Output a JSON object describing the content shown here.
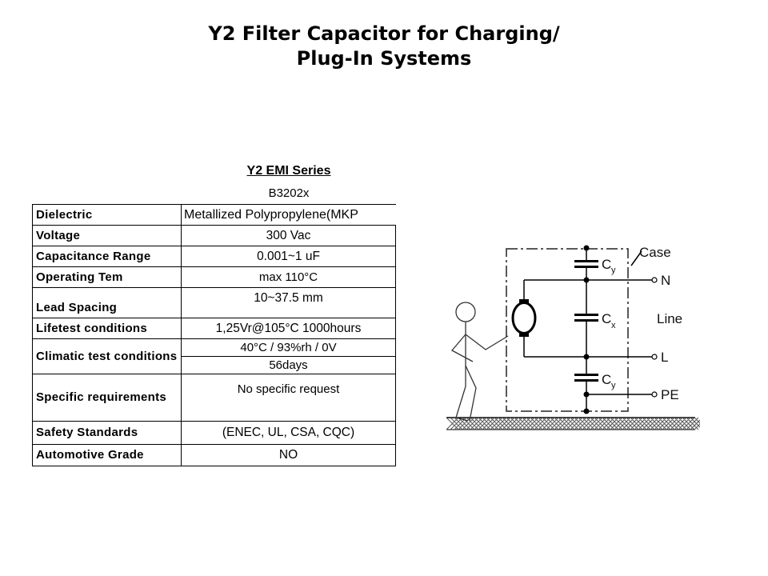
{
  "slide": {
    "title_line1": "Y2 Filter Capacitor for Charging/",
    "title_line2": "Plug-In Systems"
  },
  "table": {
    "series_title": "Y2 EMI Series",
    "part_number": "B3202x",
    "rows": [
      {
        "label": "Dielectric",
        "value": "Metallized Polypropylene(MKP"
      },
      {
        "label": "Voltage",
        "value": "300 Vac"
      },
      {
        "label": "Capacitance Range",
        "value": "0.001~1 uF"
      },
      {
        "label": "Operating Tem",
        "value": "max 110°C"
      },
      {
        "label": "Lead Spacing",
        "value": "10~37.5 mm"
      },
      {
        "label": "Lifetest conditions",
        "value": "1,25Vr@105°C 1000hours"
      },
      {
        "label": "Climatic test conditions",
        "value": "40°C / 93%rh / 0V",
        "value2": "56days"
      },
      {
        "label": "Specific requirements",
        "value": "No specific request"
      },
      {
        "label": "Safety Standards",
        "value": "(ENEC, UL, CSA, CQC)"
      },
      {
        "label": "Automotive Grade",
        "value": "NO"
      }
    ]
  },
  "diagram": {
    "labels": {
      "case": "Case",
      "n": "N",
      "line": "Line",
      "l": "L",
      "pe": "PE",
      "cy_top": "C",
      "cy_top_sub": "y",
      "cx": "C",
      "cx_sub": "x",
      "cy_bottom": "C",
      "cy_bottom_sub": "y"
    }
  }
}
